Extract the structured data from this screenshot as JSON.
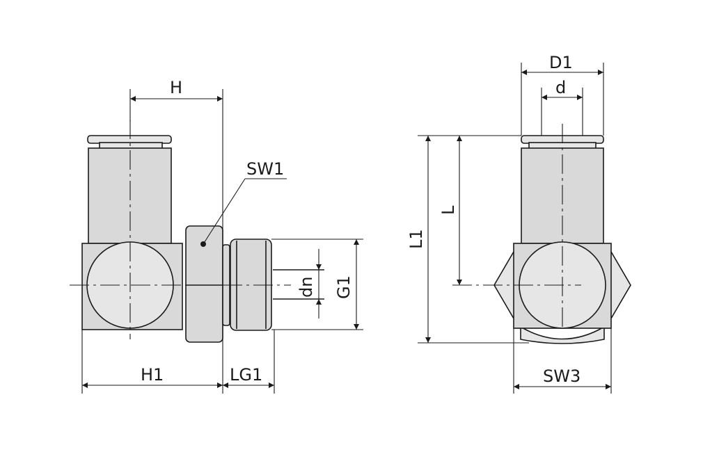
{
  "labels": {
    "H": "H",
    "SW1": "SW1",
    "dn": "dn",
    "G1": "G1",
    "H1": "H1",
    "LG1": "LG1",
    "D1": "D1",
    "d": "d",
    "L": "L",
    "L1": "L1",
    "SW3": "SW3"
  }
}
